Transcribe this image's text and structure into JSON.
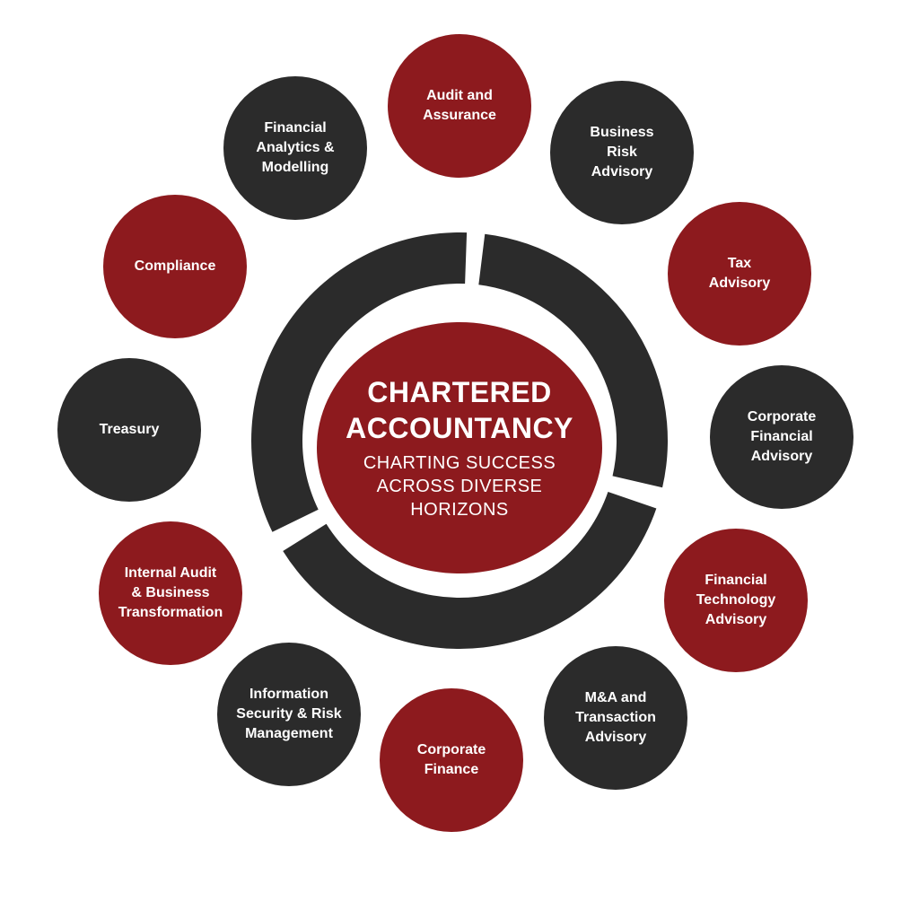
{
  "colors": {
    "red": "#8d1a1e",
    "dark": "#2b2b2b",
    "background": "#ffffff"
  },
  "center": {
    "title": "CHARTERED\nACCOUNTANCY",
    "subtitle": "CHARTING SUCCESS\nACROSS DIVERSE\nHORIZONS"
  },
  "services": [
    {
      "id": "audit-and-assurance",
      "label": "Audit and\nAssurance",
      "color": "red"
    },
    {
      "id": "business-risk-advisory",
      "label": "Business\nRisk\nAdvisory",
      "color": "dark"
    },
    {
      "id": "tax-advisory",
      "label": "Tax\nAdvisory",
      "color": "red"
    },
    {
      "id": "corporate-financial-advisory",
      "label": "Corporate\nFinancial\nAdvisory",
      "color": "dark"
    },
    {
      "id": "financial-technology-advisory",
      "label": "Financial\nTechnology\nAdvisory",
      "color": "red"
    },
    {
      "id": "ma-and-transaction-advisory",
      "label": "M&A and\nTransaction\nAdvisory",
      "color": "dark"
    },
    {
      "id": "corporate-finance",
      "label": "Corporate\nFinance",
      "color": "red"
    },
    {
      "id": "information-security-risk-management",
      "label": "Information\nSecurity & Risk\nManagement",
      "color": "dark"
    },
    {
      "id": "internal-audit-business-transformation",
      "label": "Internal Audit\n& Business\nTransformation",
      "color": "red"
    },
    {
      "id": "treasury",
      "label": "Treasury",
      "color": "dark"
    },
    {
      "id": "compliance",
      "label": "Compliance",
      "color": "red"
    },
    {
      "id": "financial-analytics-modelling",
      "label": "Financial\nAnalytics &\nModelling",
      "color": "dark"
    }
  ]
}
